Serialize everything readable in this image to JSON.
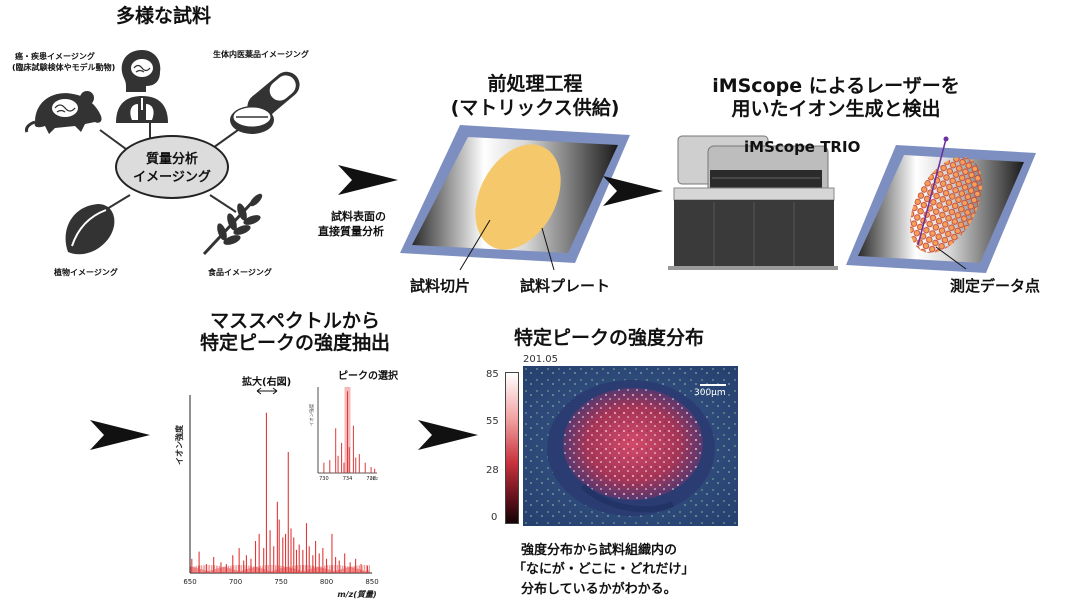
{
  "samples": {
    "title": "多様な試料",
    "center_line1": "質量分析",
    "center_line2": "イメージング",
    "tumor_line1": "癌・疾患イメージング",
    "tumor_line2": "(臨床試験検体やモデル動物)",
    "drug": "生体内医薬品イメージング",
    "plant": "植物イメージング",
    "food": "食品イメージング",
    "icons": [
      "brain-mouse-icon",
      "person-brain-lungs-icon",
      "capsule-pill-icon",
      "seed-icon",
      "wheat-icon"
    ]
  },
  "pretreatment": {
    "title_line1": "前処理工程",
    "title_line2": "(マトリックス供給)",
    "surface_line1": "試料表面の",
    "surface_line2": "直接質量分析",
    "section_label": "試料切片",
    "plate_label": "試料プレート"
  },
  "laser": {
    "title_line1": "iMScope によるレーザーを",
    "title_line2": "用いたイオン生成と検出",
    "instrument": "iMScope TRIO",
    "points_label": "測定データ点"
  },
  "spectrum": {
    "title_line1": "マススペクトルから",
    "title_line2": "特定ピークの強度抽出",
    "expand_label": "拡大(右図)",
    "select_label": "ピークの選択",
    "ylabel": "イオン強度",
    "xlabel": "m/z(質量)",
    "inset_ylabel": "イオン強度",
    "inset_xlabel": "m/z",
    "color": "#e03838"
  },
  "distribution": {
    "title": "特定ピークの強度分布",
    "mz_value": "201.05",
    "scale_bar": "300μm",
    "colorbar_ticks": [
      "85",
      "55",
      "28",
      "0"
    ],
    "note_line1": "強度分布から試料組織内の",
    "note_line2": "「なにが・どこに・どれだけ」",
    "note_line3": "分布しているかがわかる。"
  },
  "chart_data": {
    "type": "line",
    "x_ticks": [
      "650",
      "700",
      "750",
      "800",
      "850"
    ],
    "xlim": [
      650,
      850
    ],
    "xlabel": "m/z(質量)",
    "ylabel": "イオン強度",
    "series": [
      {
        "name": "",
        "peaks": [
          [
            652,
            0.08
          ],
          [
            660,
            0.12
          ],
          [
            668,
            0.05
          ],
          [
            676,
            0.09
          ],
          [
            684,
            0.06
          ],
          [
            690,
            0.05
          ],
          [
            697,
            0.1
          ],
          [
            704,
            0.14
          ],
          [
            709,
            0.07
          ],
          [
            712,
            0.1
          ],
          [
            717,
            0.08
          ],
          [
            722,
            0.18
          ],
          [
            726,
            0.22
          ],
          [
            731,
            0.14
          ],
          [
            734,
            0.9
          ],
          [
            738,
            0.24
          ],
          [
            742,
            0.15
          ],
          [
            746,
            0.4
          ],
          [
            748,
            0.3
          ],
          [
            752,
            0.2
          ],
          [
            755,
            0.22
          ],
          [
            758,
            0.68
          ],
          [
            761,
            0.25
          ],
          [
            764,
            0.2
          ],
          [
            767,
            0.13
          ],
          [
            770,
            0.16
          ],
          [
            774,
            0.13
          ],
          [
            778,
            0.28
          ],
          [
            781,
            0.15
          ],
          [
            785,
            0.1
          ],
          [
            788,
            0.18
          ],
          [
            792,
            0.11
          ],
          [
            796,
            0.14
          ],
          [
            800,
            0.08
          ],
          [
            806,
            0.22
          ],
          [
            810,
            0.09
          ],
          [
            814,
            0.07
          ],
          [
            820,
            0.11
          ],
          [
            826,
            0.06
          ],
          [
            832,
            0.08
          ],
          [
            838,
            0.05
          ],
          [
            845,
            0.04
          ]
        ]
      }
    ],
    "inset": {
      "x_ticks": [
        "730",
        "734",
        "738"
      ],
      "xlim": [
        729,
        739
      ],
      "peaks": [
        [
          730.0,
          0.12
        ],
        [
          731.0,
          0.15
        ],
        [
          732.0,
          0.52
        ],
        [
          732.4,
          0.2
        ],
        [
          733.0,
          0.35
        ],
        [
          733.4,
          0.12
        ],
        [
          734.0,
          0.95
        ],
        [
          734.3,
          0.3
        ],
        [
          735.0,
          0.55
        ],
        [
          735.4,
          0.18
        ],
        [
          736.0,
          0.22
        ],
        [
          737.0,
          0.12
        ],
        [
          738.0,
          0.07
        ],
        [
          738.6,
          0.05
        ]
      ],
      "selected": 734
    }
  }
}
